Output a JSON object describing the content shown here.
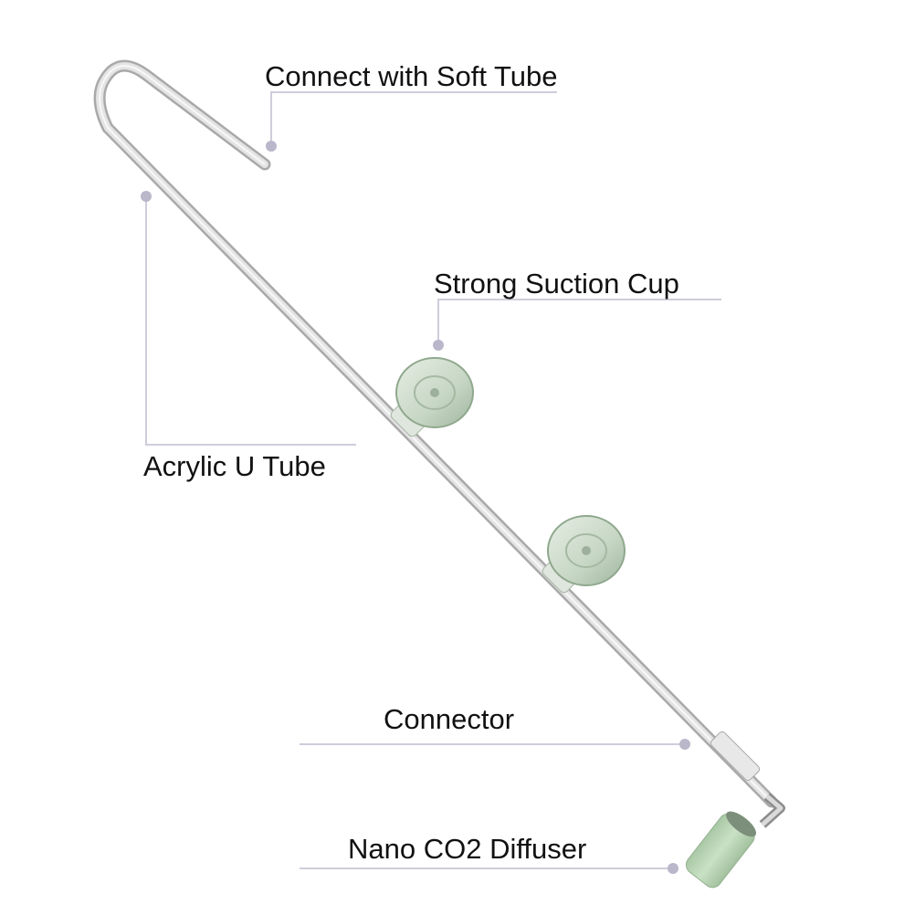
{
  "labels": {
    "soft_tube": "Connect with Soft Tube",
    "suction_cup": "Strong Suction Cup",
    "u_tube": "Acrylic U Tube",
    "connector": "Connector",
    "diffuser": "Nano CO2 Diffuser"
  },
  "colors": {
    "tube": "#dcdcdc",
    "cup": "#cfdccd",
    "diffuser": "#b8d4b4",
    "leader": "#cfcddb"
  }
}
